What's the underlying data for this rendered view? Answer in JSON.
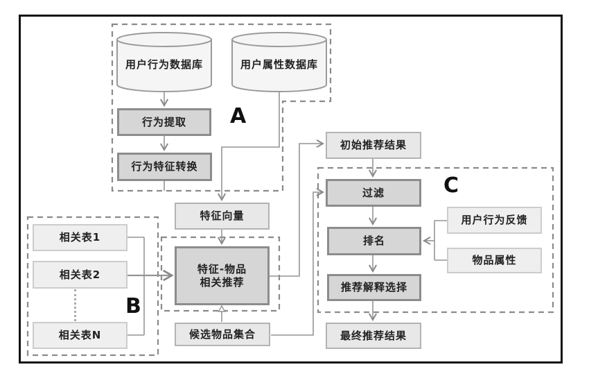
{
  "figure": {
    "title": "recommendation-system-flow-diagram",
    "group_labels": {
      "a": "A",
      "b": "B",
      "c": "C"
    },
    "nodes": {
      "db_user_behavior": "用户行为数据库",
      "db_user_attribute": "用户属性数据库",
      "behavior_extraction": "行为提取",
      "behavior_feature_conversion": "行为特征转换",
      "feature_vector": "特征向量",
      "related_table_1": "相关表1",
      "related_table_2": "相关表2",
      "related_table_n": "相关表N",
      "feature_item_recommend_line1": "特征-物品",
      "feature_item_recommend_line2": "相关推荐",
      "candidate_item_set": "候选物品集合",
      "initial_results": "初始推荐结果",
      "filter": "过滤",
      "ranking": "排名",
      "explanation_selection": "推荐解释选择",
      "user_behavior_feedback": "用户行为反馈",
      "item_attributes": "物品属性",
      "final_results": "最终推荐结果"
    },
    "colors": {
      "frame": "#111111",
      "line": "#949494",
      "dashed_border": "#8a8a8a",
      "box_dark_fill": "#d6d6d6",
      "box_dark_border": "#8c8c8c",
      "box_light_fill": "#e8e8e8",
      "box_light_border": "#b3b3b3",
      "box_lighter_fill": "#efefef",
      "box_lighter_border": "#cccccc",
      "cylinder_fill": "#f5f5f5",
      "text": "#222222"
    }
  }
}
